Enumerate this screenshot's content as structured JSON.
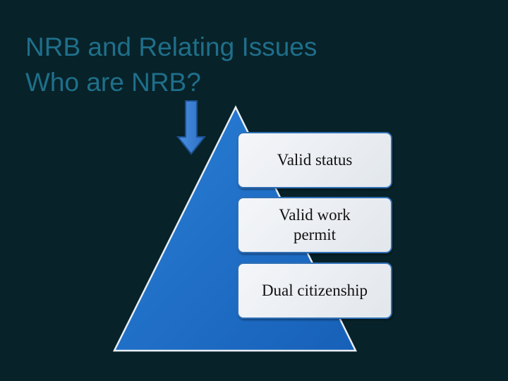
{
  "slide": {
    "title_line1": "NRB and Relating Issues",
    "title_line2": "Who are NRB?",
    "items": [
      {
        "label": "Valid status"
      },
      {
        "label": "Valid work permit"
      },
      {
        "label": "Dual citizenship"
      }
    ],
    "colors": {
      "background": "#072228",
      "title": "#1F6F8B",
      "pyramid": "#1F6FC8",
      "arrow": "#3A80D9",
      "box_border": "#2F6FB6"
    },
    "icons": {
      "arrow": "down-arrow-icon",
      "pyramid": "pyramid-shape"
    }
  }
}
